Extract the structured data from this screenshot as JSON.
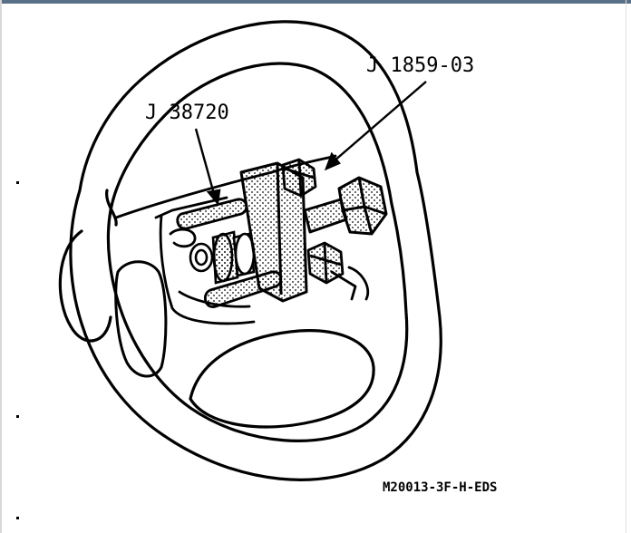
{
  "labels": {
    "tool_j1859": "J 1859-03",
    "tool_j38720": "J 38720"
  },
  "figure_id": "M20013-3F-H-EDS",
  "colors": {
    "ink": "#000000",
    "paper": "#ffffff",
    "frame_top": "#5a6f88"
  },
  "icons": {
    "arrow": "arrow-icon"
  }
}
